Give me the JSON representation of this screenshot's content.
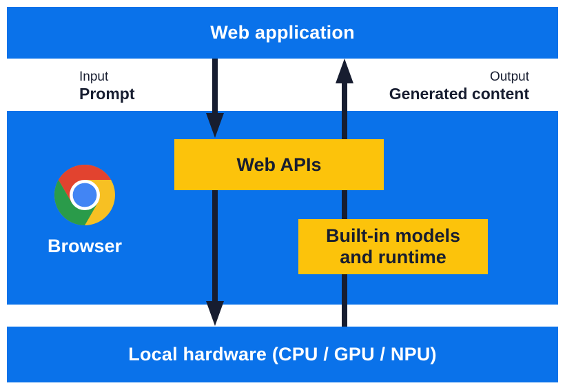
{
  "colors": {
    "background": "#ffffff",
    "band_blue": "#0a72ea",
    "box_yellow": "#fcc30b",
    "ink_navy": "#171d30",
    "text_white": "#ffffff",
    "chrome_red": "#e2432f",
    "chrome_yellow": "#f7c023",
    "chrome_green": "#2a9b4a",
    "chrome_blue": "#4285f4",
    "chrome_ring": "#ffffff"
  },
  "top_bar": {
    "label": "Web application"
  },
  "io_labels": {
    "input_title": "Input",
    "input_value": "Prompt",
    "output_title": "Output",
    "output_value": "Generated content"
  },
  "browser": {
    "label": "Browser",
    "icon": "chrome-browser-logo"
  },
  "boxes": {
    "web_apis": {
      "label": "Web APIs"
    },
    "builtin": {
      "line1": "Built-in models",
      "line2": "and runtime"
    }
  },
  "bottom_bar": {
    "label": "Local hardware (CPU / GPU / NPU)"
  },
  "arrows": {
    "down": "web-application-to-local-hardware",
    "up": "local-hardware-to-web-application"
  }
}
